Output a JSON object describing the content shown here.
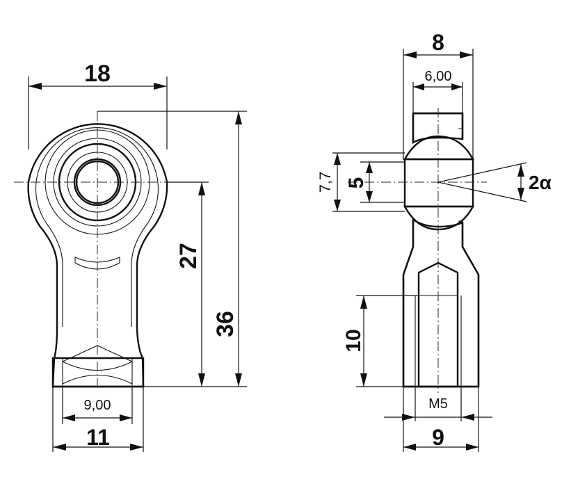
{
  "front_view": {
    "dims": {
      "overall_width": "18",
      "center_to_end": "27",
      "overall_length": "36",
      "hex_flats": "9,00",
      "hex_width": "11"
    }
  },
  "side_view": {
    "dims": {
      "total_width": "8",
      "ball_width": "6,00",
      "ball_dia": "7,7",
      "bore": "5",
      "angle": "2α",
      "thread_depth": "10",
      "thread": "M5",
      "body_width": "9"
    }
  }
}
